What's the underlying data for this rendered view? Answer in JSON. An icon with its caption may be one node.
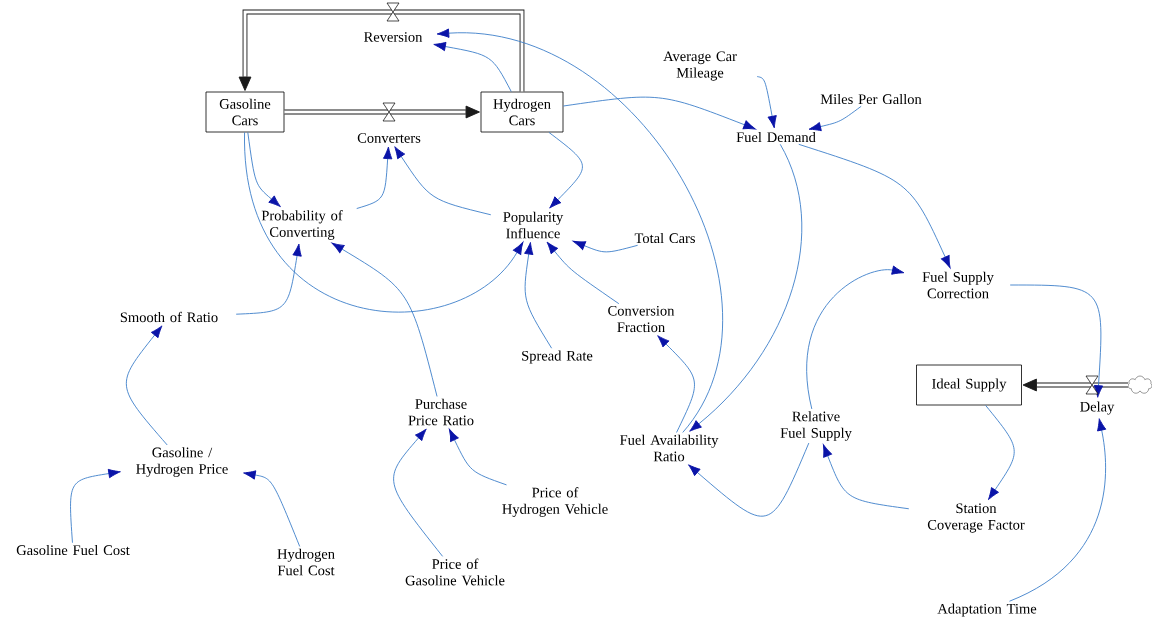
{
  "diagram": {
    "nodes": [
      {
        "text": [
          "Gasoline Cars"
        ]
      },
      {
        "text": [
          "Hydrogen Cars"
        ]
      },
      {
        "text": [
          "Reversion"
        ]
      },
      {
        "text": [
          "Converters"
        ]
      },
      {
        "text": [
          "Average Car Mileage"
        ]
      },
      {
        "text": [
          "Miles Per Gallon"
        ]
      },
      {
        "text": [
          "Fuel Demand"
        ]
      },
      {
        "text": [
          "Probability of Converting"
        ]
      },
      {
        "text": [
          "Popularity Influence"
        ]
      },
      {
        "text": [
          "Total Cars"
        ]
      },
      {
        "text": [
          "Smooth of Ratio"
        ]
      },
      {
        "text": [
          "Conversion Fraction"
        ]
      },
      {
        "text": [
          "Fuel Supply Correction"
        ]
      },
      {
        "text": [
          "Spread Rate"
        ]
      },
      {
        "text": [
          "Purchase Price Ratio"
        ]
      },
      {
        "text": [
          "Ideal Supply"
        ]
      },
      {
        "text": [
          "Delay"
        ]
      },
      {
        "text": [],
        "shape": "cloud"
      },
      {
        "text": [
          "Relative Fuel Supply"
        ]
      },
      {
        "text": [
          "Fuel Availability Ratio"
        ]
      },
      {
        "text": [
          "Gasoline / Hydrogen Price"
        ]
      },
      {
        "text": [
          "Price of Hydrogen Vehicle"
        ]
      },
      {
        "text": [
          "Station Coverage Factor"
        ]
      },
      {
        "text": [
          "Gasoline Fuel Cost"
        ]
      },
      {
        "text": [
          "Hydrogen Fuel Cost"
        ]
      },
      {
        "text": [
          "Price of Gasoline Vehicle"
        ]
      },
      {
        "text": [
          "Adaptation Time"
        ]
      }
    ],
    "edges": [
      {
        "from": 1,
        "to": 0,
        "arrow": "to",
        "style": "thick",
        "color": "#1a1a1a"
      },
      {
        "from": 0,
        "to": 1,
        "arrow": "to",
        "style": "thick",
        "color": "#1a1a1a"
      },
      {
        "from": 17,
        "to": 15,
        "arrow": "to",
        "style": "thick",
        "color": "#1a1a1a"
      },
      {
        "from": 1,
        "to": 2,
        "arrow": "to"
      },
      {
        "from": 19,
        "to": 2,
        "arrow": "to"
      },
      {
        "from": 0,
        "to": 7,
        "arrow": "to"
      },
      {
        "from": 0,
        "to": 8,
        "arrow": "to"
      },
      {
        "from": 7,
        "to": 3,
        "arrow": "to"
      },
      {
        "from": 8,
        "to": 3,
        "arrow": "to"
      },
      {
        "from": 1,
        "to": 8,
        "arrow": "to"
      },
      {
        "from": 1,
        "to": 6,
        "arrow": "to"
      },
      {
        "from": 4,
        "to": 6,
        "arrow": "to"
      },
      {
        "from": 5,
        "to": 6,
        "arrow": "to"
      },
      {
        "from": 6,
        "to": 12,
        "arrow": "to"
      },
      {
        "from": 6,
        "to": 19,
        "arrow": "to"
      },
      {
        "from": 9,
        "to": 8,
        "arrow": "to"
      },
      {
        "from": 11,
        "to": 8,
        "arrow": "to"
      },
      {
        "from": 13,
        "to": 8,
        "arrow": "to"
      },
      {
        "from": 10,
        "to": 7,
        "arrow": "to"
      },
      {
        "from": 14,
        "to": 7,
        "arrow": "to"
      },
      {
        "from": 20,
        "to": 10,
        "arrow": "to"
      },
      {
        "from": 23,
        "to": 20,
        "arrow": "to"
      },
      {
        "from": 24,
        "to": 20,
        "arrow": "to"
      },
      {
        "from": 25,
        "to": 14,
        "arrow": "to"
      },
      {
        "from": 21,
        "to": 14,
        "arrow": "to"
      },
      {
        "from": 19,
        "to": 11,
        "arrow": "to"
      },
      {
        "from": 18,
        "to": 19,
        "arrow": "to"
      },
      {
        "from": 18,
        "to": 12,
        "arrow": "to"
      },
      {
        "from": 22,
        "to": 18,
        "arrow": "to"
      },
      {
        "from": 15,
        "to": 22,
        "arrow": "to"
      },
      {
        "from": 12,
        "to": 16,
        "arrow": "to"
      },
      {
        "from": 26,
        "to": 16,
        "arrow": "to"
      }
    ]
  }
}
